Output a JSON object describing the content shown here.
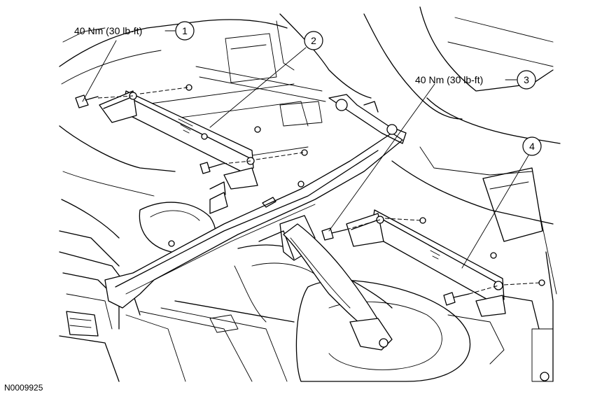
{
  "figure_id": "N0009925",
  "callouts": [
    {
      "number": "1",
      "torque": "40 Nm (30 lb-ft)"
    },
    {
      "number": "2",
      "torque": ""
    },
    {
      "number": "3",
      "torque": "40 Nm (30 lb-ft)"
    },
    {
      "number": "4",
      "torque": ""
    }
  ]
}
